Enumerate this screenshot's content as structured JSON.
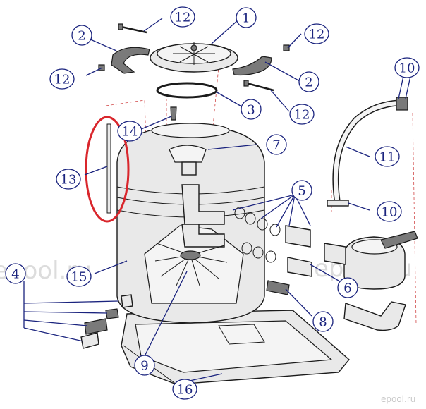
{
  "diagram": {
    "watermark_text": "epool.ru",
    "brand_text": "epool.ru",
    "highlight_color": "#d9262c",
    "callout_color": "#1a237e",
    "callouts": [
      {
        "label": "1"
      },
      {
        "label": "2"
      },
      {
        "label": "2"
      },
      {
        "label": "3"
      },
      {
        "label": "4"
      },
      {
        "label": "5"
      },
      {
        "label": "6"
      },
      {
        "label": "7"
      },
      {
        "label": "8"
      },
      {
        "label": "9"
      },
      {
        "label": "10"
      },
      {
        "label": "10"
      },
      {
        "label": "11"
      },
      {
        "label": "12"
      },
      {
        "label": "12"
      },
      {
        "label": "12"
      },
      {
        "label": "12"
      },
      {
        "label": "13"
      },
      {
        "label": "14"
      },
      {
        "label": "15"
      },
      {
        "label": "16"
      }
    ]
  }
}
